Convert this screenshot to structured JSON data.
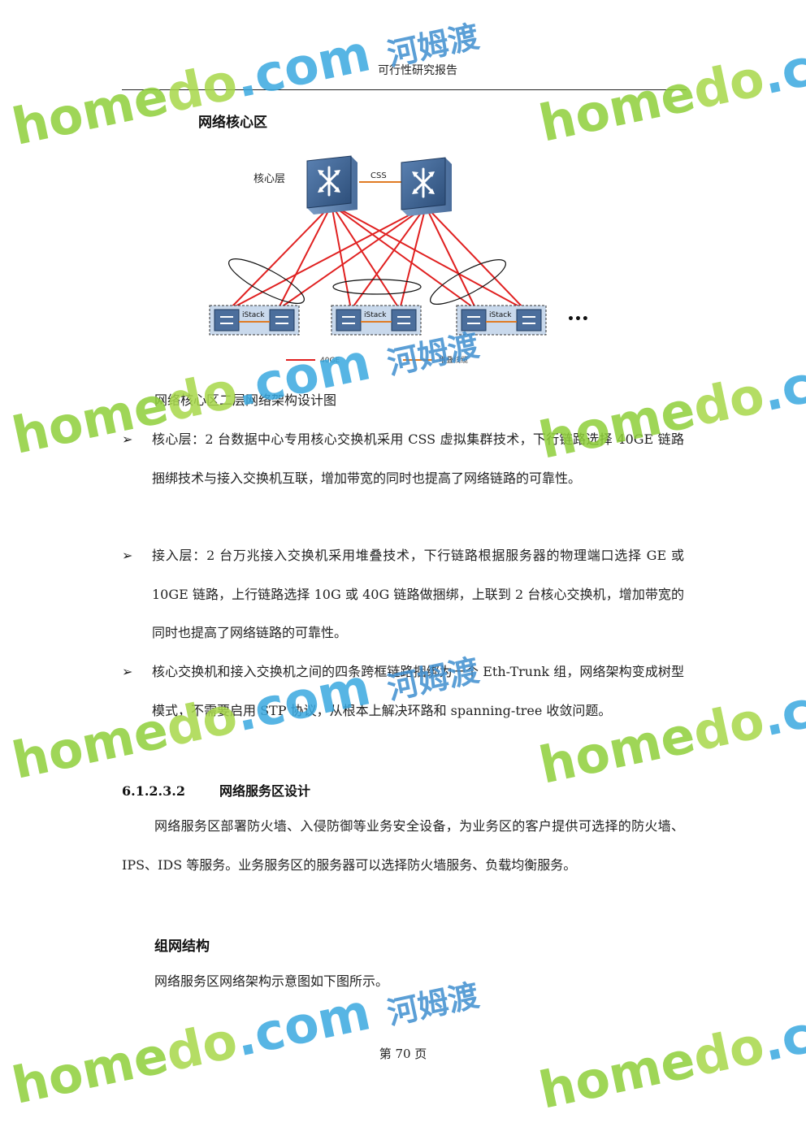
{
  "header": {
    "title": "可行性研究报告"
  },
  "section_heading": "网络核心区",
  "diagram": {
    "core_label": "核心层",
    "css_label": "CSS",
    "istack_label": "iStack",
    "more": "•••",
    "legend_link": "40GE",
    "legend_stack": "堆叠线缆",
    "colors": {
      "link": "#e02020",
      "stack": "#e07b24",
      "switch": "#3a5f8c"
    }
  },
  "caption": "网络核心区二层网络架构设计图",
  "bullets": [
    {
      "mark": "➢",
      "text": "核心层：2 台数据中心专用核心交换机采用 CSS 虚拟集群技术，下行链路选择 40GE 链路捆绑技术与接入交换机互联，增加带宽的同时也提高了网络链路的可靠性。"
    },
    {
      "mark": "➢",
      "text": "接入层：2 台万兆接入交换机采用堆叠技术，下行链路根据服务器的物理端口选择 GE 或 10GE 链路，上行链路选择 10G 或 40G 链路做捆绑，上联到 2 台核心交换机，增加带宽的同时也提高了网络链路的可靠性。"
    },
    {
      "mark": "➢",
      "text": "核心交换机和接入交换机之间的四条跨框链路捆绑为一个 Eth-Trunk 组，网络架构变成树型模式，不需要启用 STP 协议，从根本上解决环路和 spanning-tree 收敛问题。"
    }
  ],
  "subsection": {
    "number": "6.1.2.3.2",
    "title": "网络服务区设计"
  },
  "para1": "网络服务区部署防火墙、入侵防御等业务安全设备，为业务区的客户提供可选择的防火墙、IPS、IDS 等服务。业务服务区的服务器可以选择防火墙服务、负载均衡服务。",
  "heading2": "组网结构",
  "para2": "网络服务区网络架构示意图如下图所示。",
  "footer": "第 70 页",
  "watermark": {
    "home": "home",
    "do": "do",
    "com": ".com",
    "cn": "河姆渡"
  }
}
